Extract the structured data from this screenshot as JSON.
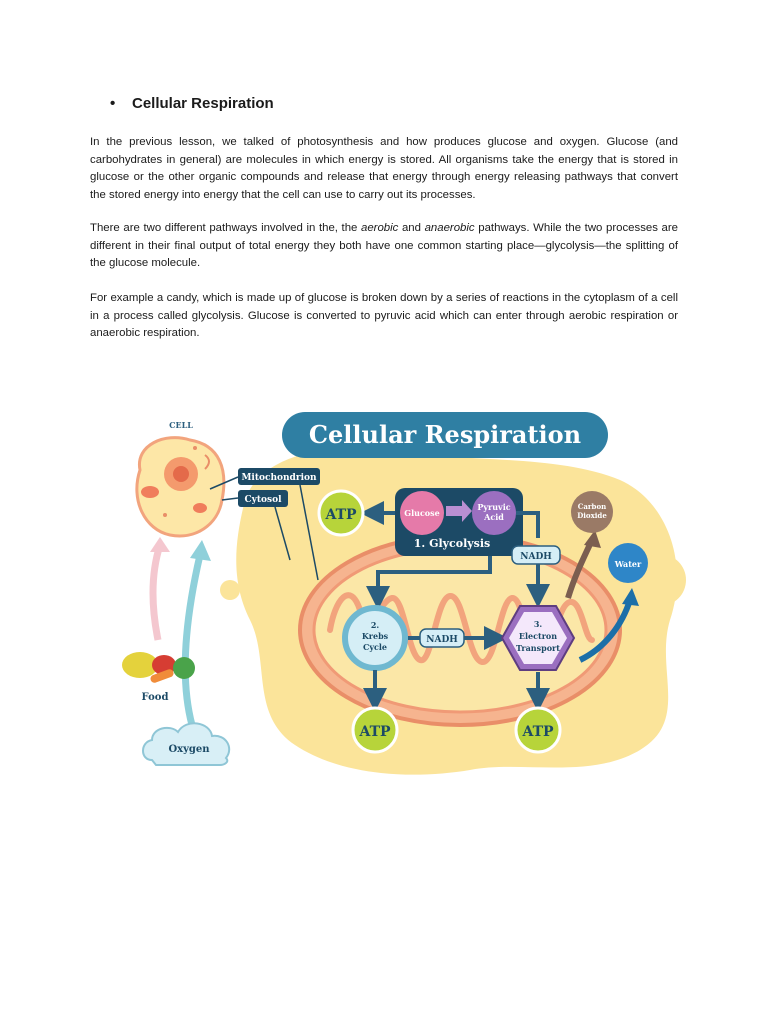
{
  "section": {
    "bullet": "•",
    "title": "Cellular Respiration"
  },
  "paragraphs": {
    "p1": "In the previous lesson, we talked of photosynthesis and how produces glucose and oxygen. Glucose (and carbohydrates in general) are molecules in which energy is stored. All organisms take the energy that is stored in glucose or the other organic compounds and release that energy through energy releasing pathways that convert the stored energy into energy that the cell can use to carry out its processes.",
    "p2_before": "There are two different pathways involved in the, the ",
    "p2_aerobic": "aerobic",
    "p2_and": " and ",
    "p2_anaerobic": "anaerobic",
    "p2_after": " pathways. While the two processes are different in their final output of total energy they both have one common starting place—glycolysis—the splitting of the glucose molecule.",
    "p3": "For example a candy, which is made up of glucose is broken down by a series of reactions in the cytoplasm of a cell in a process called glycolysis. Glucose is converted to pyruvic acid which can enter through aerobic respiration or anaerobic respiration."
  },
  "diagram": {
    "title": "Cellular Respiration",
    "cell_label": "CELL",
    "mitochondrion_label": "Mitochondrion",
    "cytosol_label": "Cytosol",
    "glucose": "Glucose",
    "pyruvic_line1": "Pyruvic",
    "pyruvic_line2": "Acid",
    "glycolysis": "1. Glycolysis",
    "nadh_top": "NADH",
    "nadh_mid": "NADH",
    "krebs_line1": "2.",
    "krebs_line2": "Krebs",
    "krebs_line3": "Cycle",
    "electron_line1": "3.",
    "electron_line2": "Electron",
    "electron_line3": "Transport",
    "atp_top": "ATP",
    "atp_bottom_left": "ATP",
    "atp_bottom_right": "ATP",
    "carbon_line1": "Carbon",
    "carbon_line2": "Dioxide",
    "water": "Water",
    "food": "Food",
    "oxygen": "Oxygen",
    "colors": {
      "title_bg": "#2f7fa3",
      "dark_blue": "#1c4a66",
      "atp_green": "#b7d43a",
      "glucose_pink": "#e57aa9",
      "pyruvic_purple": "#9b6fc0",
      "water_blue": "#2e86c8",
      "carbon_brown": "#9a7a66",
      "membrane_orange": "#f2a47d",
      "background_yellow": "#fbe49a"
    }
  }
}
